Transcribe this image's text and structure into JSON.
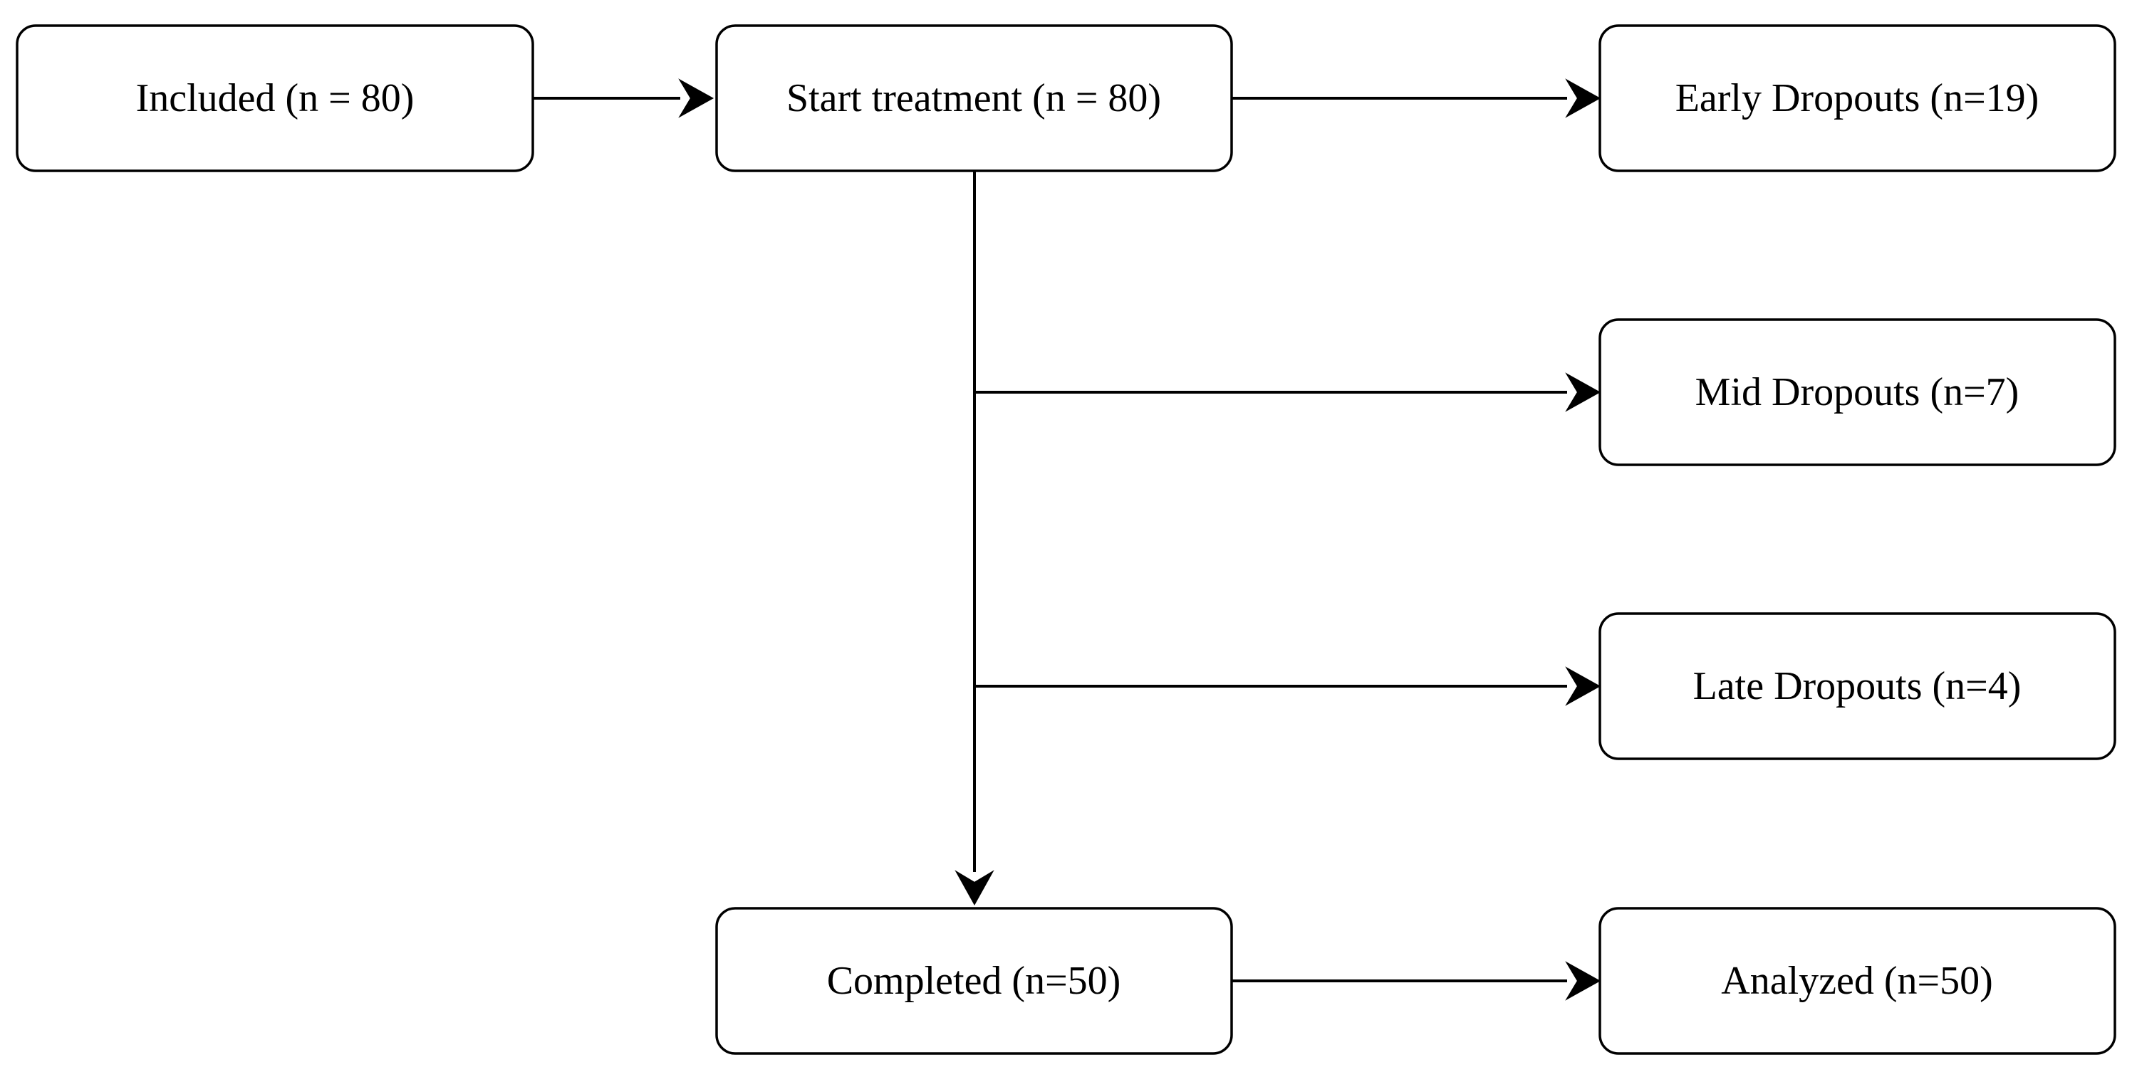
{
  "nodes": {
    "included": "Included (n = 80)",
    "start_treatment": "Start treatment (n = 80)",
    "early_dropouts": "Early Dropouts (n=19)",
    "mid_dropouts": "Mid Dropouts (n=7)",
    "late_dropouts": "Late Dropouts (n=4)",
    "completed": "Completed (n=50)",
    "analyzed": "Analyzed (n=50)"
  }
}
